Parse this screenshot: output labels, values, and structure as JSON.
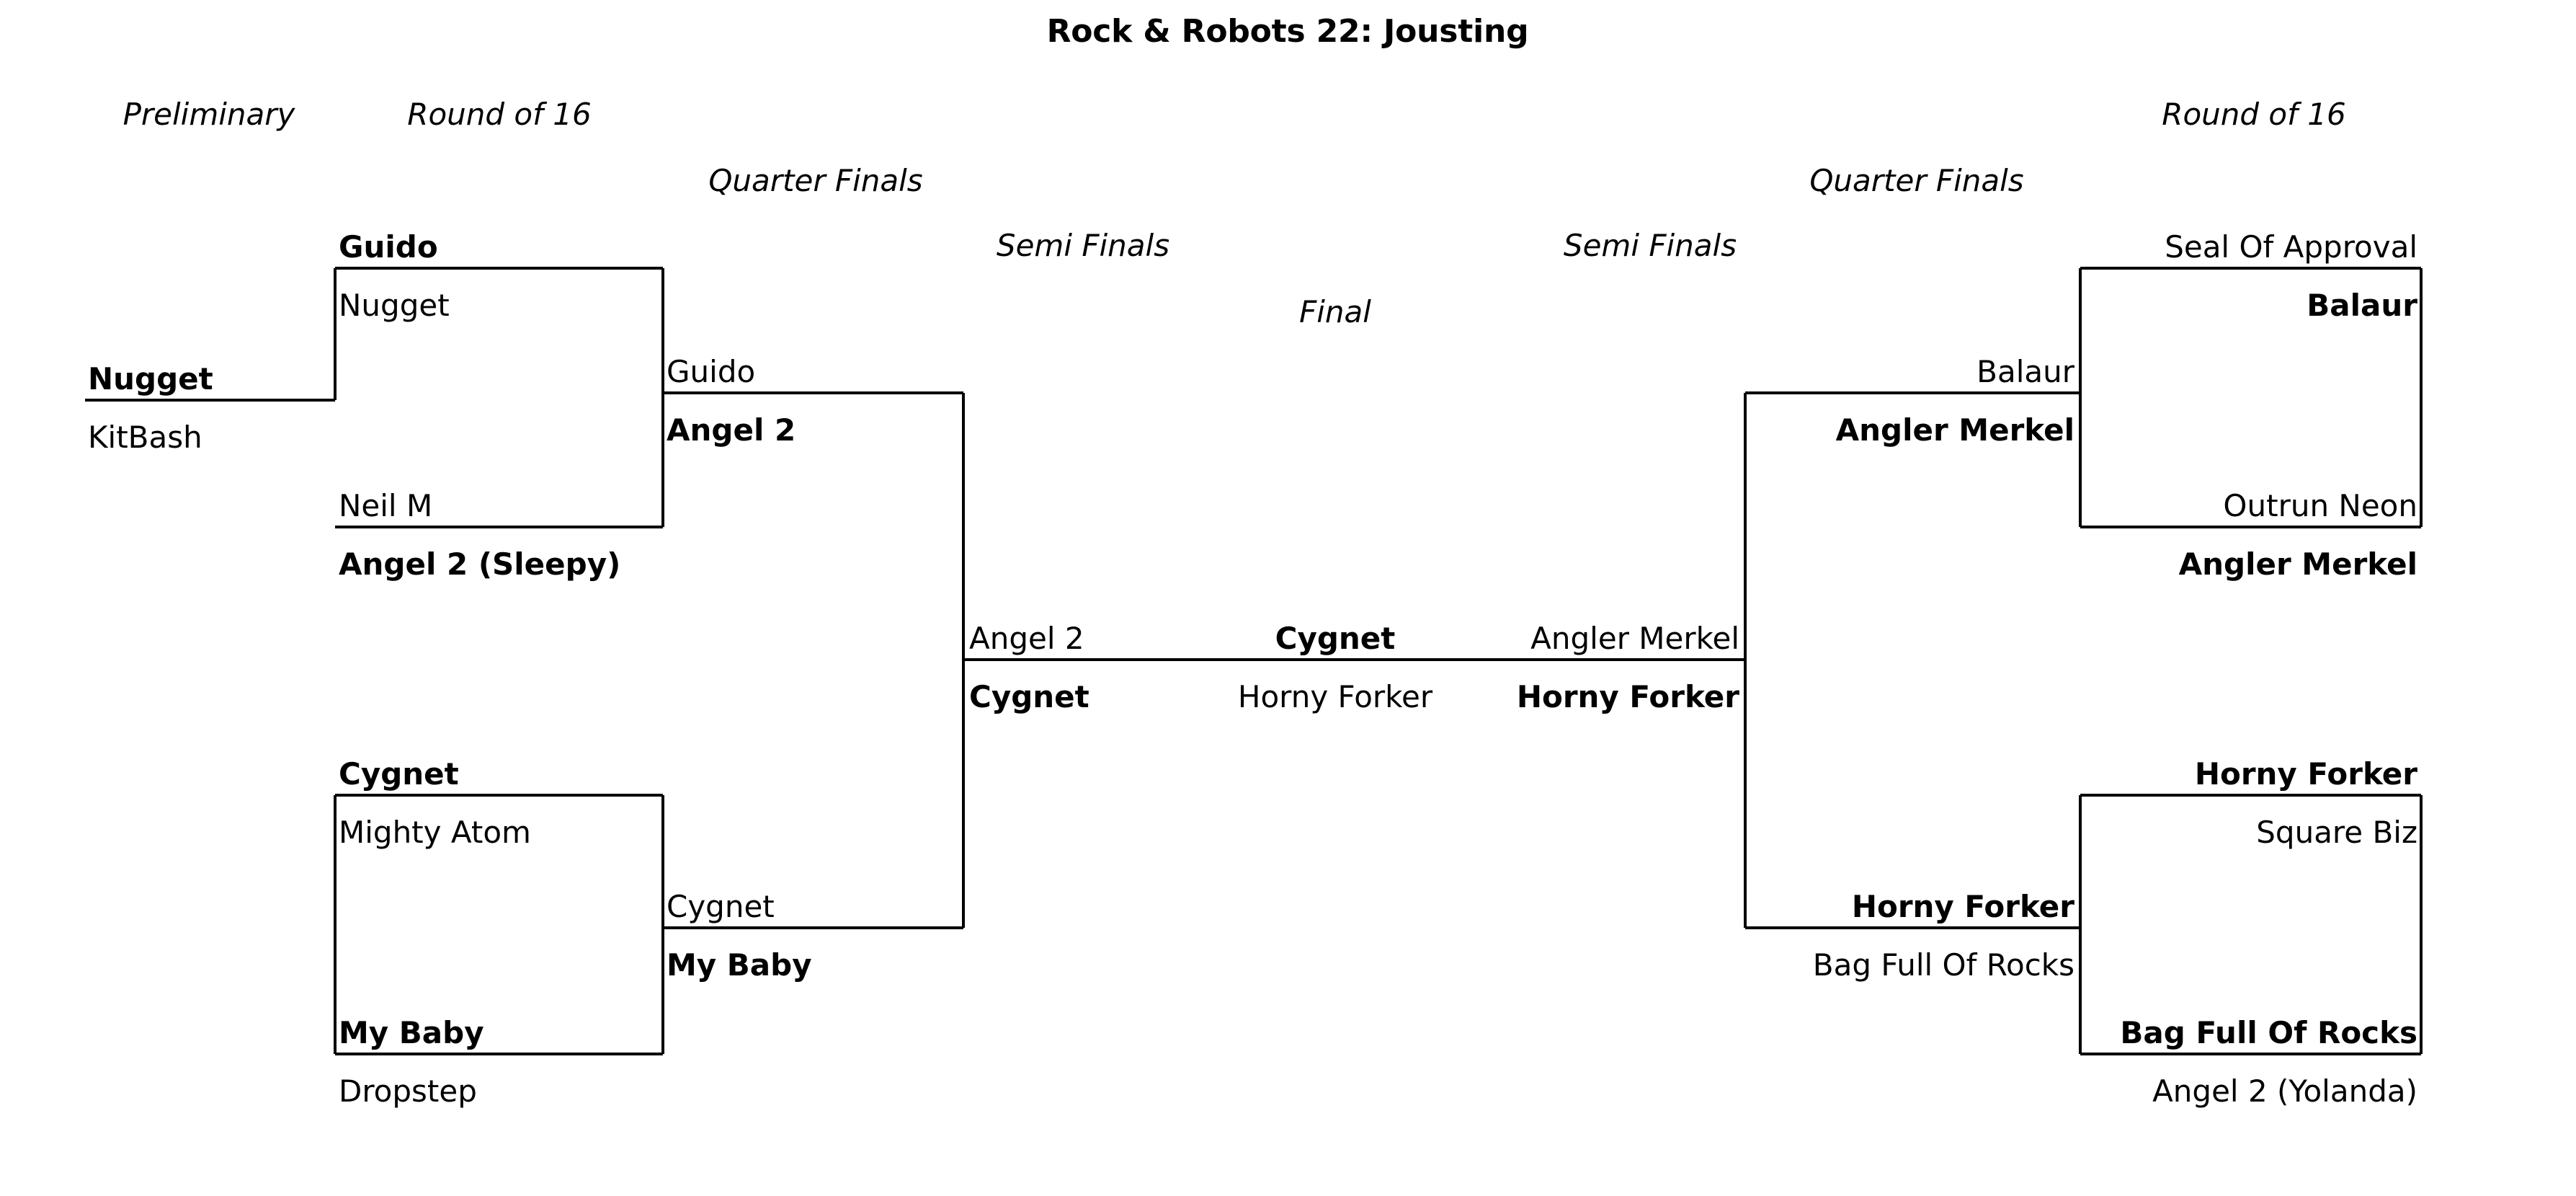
{
  "page": {
    "title": "Rock & Robots 22: Jousting",
    "background_color": "#ffffff",
    "line_color": "#000000",
    "text_color": "#000000"
  },
  "round_labels": {
    "preliminary_left": "Preliminary",
    "round_of_16_left": "Round of 16",
    "quarter_finals_left": "Quarter Finals",
    "semi_finals_left": "Semi Finals",
    "final": "Final",
    "semi_finals_right": "Semi Finals",
    "quarter_finals_right": "Quarter Finals",
    "round_of_16_right": "Round of 16"
  },
  "bracket": {
    "left": {
      "preliminary": [
        {
          "top": "Nugget",
          "bottom": "KitBash",
          "winner": "Nugget"
        }
      ],
      "round_of_16": [
        {
          "top": "Guido",
          "bottom": "Nugget",
          "winner": "Guido"
        },
        {
          "top": "Neil M",
          "bottom": "Angel 2 (Sleepy)",
          "winner": "Angel 2 (Sleepy)"
        },
        {
          "top": "Cygnet",
          "bottom": "Mighty Atom",
          "winner": "Cygnet"
        },
        {
          "top": "My Baby",
          "bottom": "Dropstep",
          "winner": "My Baby"
        }
      ],
      "quarter_finals": [
        {
          "top": "Guido",
          "bottom": "Angel 2",
          "winner": "Angel 2"
        },
        {
          "top": "Cygnet",
          "bottom": "My Baby",
          "winner": "My Baby"
        }
      ],
      "semi_final": {
        "top": "Angel 2",
        "bottom": "Cygnet",
        "winner": "Cygnet"
      }
    },
    "final": {
      "top": "Cygnet",
      "bottom": "Horny Forker",
      "winner": "Cygnet"
    },
    "right": {
      "semi_final": {
        "top": "Angler Merkel",
        "bottom": "Horny Forker",
        "winner": "Horny Forker"
      },
      "quarter_finals": [
        {
          "top": "Balaur",
          "bottom": "Angler Merkel",
          "winner": "Angler Merkel"
        },
        {
          "top": "Horny Forker",
          "bottom": "Bag Full Of Rocks",
          "winner": "Horny Forker"
        }
      ],
      "round_of_16": [
        {
          "top": "Seal Of Approval",
          "bottom": "Balaur",
          "winner": "Balaur"
        },
        {
          "top": "Outrun Neon",
          "bottom": "Angler Merkel",
          "winner": "Angler Merkel"
        },
        {
          "top": "Horny Forker",
          "bottom": "Square Biz",
          "winner": "Horny Forker"
        },
        {
          "top": "Bag Full Of Rocks",
          "bottom": "Angel 2 (Yolanda)",
          "winner": "Bag Full Of Rocks"
        }
      ]
    }
  },
  "entries": {
    "l_prelim_top": "Nugget",
    "l_prelim_bottom": "KitBash",
    "l_r16_a_top": "Guido",
    "l_r16_a_bottom": "Nugget",
    "l_r16_b_top": "Neil M",
    "l_r16_b_bottom": "Angel 2 (Sleepy)",
    "l_r16_c_top": "Cygnet",
    "l_r16_c_bottom": "Mighty Atom",
    "l_r16_d_top": "My Baby",
    "l_r16_d_bottom": "Dropstep",
    "l_qf_a_top": "Guido",
    "l_qf_a_bottom": "Angel 2",
    "l_qf_b_top": "Cygnet",
    "l_qf_b_bottom": "My Baby",
    "l_sf_top": "Angel 2",
    "l_sf_bottom": "Cygnet",
    "final_top": "Cygnet",
    "final_bottom": "Horny Forker",
    "r_sf_top": "Angler Merkel",
    "r_sf_bottom": "Horny Forker",
    "r_qf_a_top": "Balaur",
    "r_qf_a_bottom": "Angler Merkel",
    "r_qf_b_top": "Horny Forker",
    "r_qf_b_bottom": "Bag Full Of Rocks",
    "r_r16_a_top": "Seal Of Approval",
    "r_r16_a_bottom": "Balaur",
    "r_r16_b_top": "Outrun Neon",
    "r_r16_b_bottom": "Angler Merkel",
    "r_r16_c_top": "Horny Forker",
    "r_r16_c_bottom": "Square Biz",
    "r_r16_d_top": "Bag Full Of Rocks",
    "r_r16_d_bottom": "Angel 2 (Yolanda)"
  }
}
